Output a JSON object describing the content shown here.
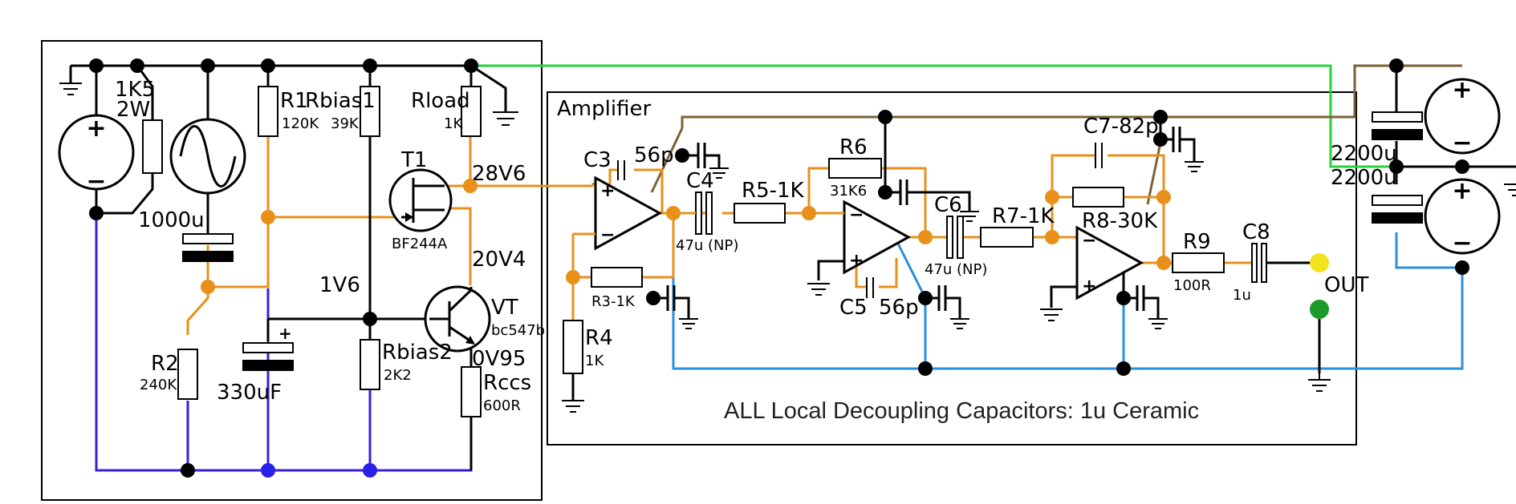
{
  "colors": {
    "wire_black": "#000000",
    "wire_orange": "#e8901a",
    "wire_blue": "#2a8fe0",
    "wire_purple": "#3a1ee0",
    "wire_green": "#22d43a",
    "wire_brown": "#7a6236",
    "node_orange": "#e8901a",
    "node_blue": "#2a20e8",
    "out_yellow": "#f2e21e",
    "out_green": "#1e9a2a"
  },
  "supply": {
    "bleed_resistor": "1K5",
    "bleed_power": "2W",
    "reservoir_cap": "1000u",
    "r1": "R1",
    "r1_value": "120K",
    "rbias1": "Rbias1",
    "rbias1_value": "39K",
    "rload": "Rload",
    "rload_value": "1K",
    "t1": "T1",
    "t1_part": "BF244A",
    "v_drain": "28V6",
    "v_collector": "20V4",
    "v_base": "1V6",
    "vt": "VT",
    "vt_part": "bc547b",
    "v_emitter": "0V95",
    "r2": "R2",
    "r2_value": "240K",
    "cap_330": "330uF",
    "rbias2": "Rbias2",
    "rbias2_value": "2K2",
    "rccs": "Rccs",
    "rccs_value": "600R"
  },
  "amplifier": {
    "title": "Amplifier",
    "c3": "C3",
    "c3_value": "56p",
    "c4": "C4",
    "c4_value": "47u (NP)",
    "r5": "R5-1K",
    "r6": "R6",
    "r6_value": "31K6",
    "c5": "C5",
    "c5_value": "56p",
    "c6": "C6",
    "c6_value": "47u (NP)",
    "r7": "R7-1K",
    "c7": "C7-82p",
    "r8": "R8-30K",
    "r9": "R9",
    "r9_value": "100R",
    "c8": "C8",
    "c8_value": "1u",
    "r3": "R3-1K",
    "r4": "R4",
    "r4_value": "1K",
    "out_label": "OUT",
    "note": "ALL Local Decoupling Capacitors: 1u Ceramic"
  },
  "psu_caps": {
    "cap_top": "2200u",
    "cap_bottom": "2200u"
  }
}
